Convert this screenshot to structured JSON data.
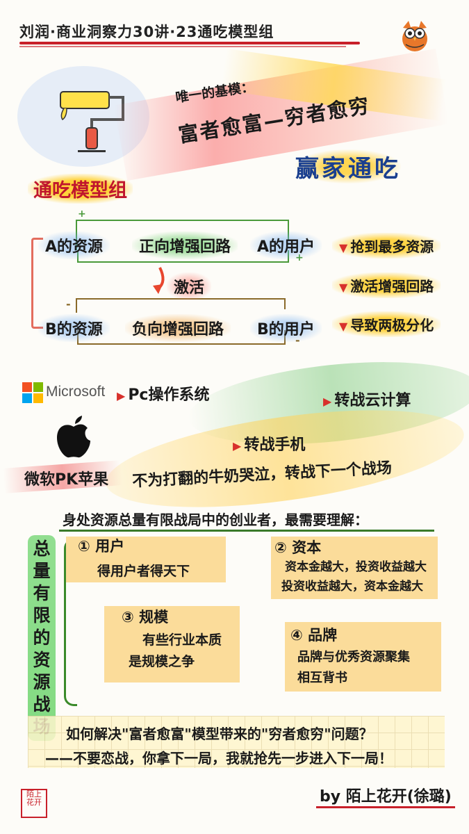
{
  "title": "刘润·商业洞察力30讲·23通吃模型组",
  "header": {
    "only_base": "唯一的基模：",
    "main_phrase": "富者愈富—穷者愈穷",
    "section_title": "通吃模型组",
    "winner": "赢家通吃"
  },
  "loop": {
    "a_resource": "A的资源",
    "positive_loop": "正向增强回路",
    "a_user": "A的用户",
    "activate": "激活",
    "b_resource": "B的资源",
    "negative_loop": "负向增强回路",
    "b_user": "B的用户",
    "plus": "+",
    "minus": "-"
  },
  "side_items": [
    "抢到最多资源",
    "激活增强回路",
    "导致两极分化"
  ],
  "case": {
    "microsoft_logo": "Microsoft",
    "pc_os": "Pc操作系统",
    "cloud": "转战云计算",
    "mobile": "转战手机",
    "vs": "微软PK苹果",
    "slogan": "不为打翻的牛奶哭泣，转战下一个战场"
  },
  "note": "身处资源总量有限战局中的创业者，最需要理解：",
  "vertical_label": [
    "总",
    "量",
    "有",
    "限",
    "的",
    "资",
    "源",
    "战",
    "场"
  ],
  "items": [
    {
      "num": "①",
      "title": "用户",
      "lines": [
        "得用户者得天下"
      ]
    },
    {
      "num": "②",
      "title": "资本",
      "lines": [
        "资本金越大，投资收益越大",
        "投资收益越大，资本金越大"
      ]
    },
    {
      "num": "③",
      "title": "规模",
      "lines": [
        "有些行业本质",
        "是规模之争"
      ]
    },
    {
      "num": "④",
      "title": "品牌",
      "lines": [
        "品牌与优秀资源聚集",
        "相互背书"
      ]
    }
  ],
  "question": "如何解决\"富者愈富\"模型带来的\"穷者愈穷\"问题？",
  "answer": "——不要恋战，你拿下一局，我就抢先一步进入下一局！",
  "signature": "by 陌上花开(徐璐)",
  "colors": {
    "red": "#c8202a",
    "blue": "#1a3f8f",
    "yellow": "#ffd23a",
    "green": "#5cc85c"
  }
}
